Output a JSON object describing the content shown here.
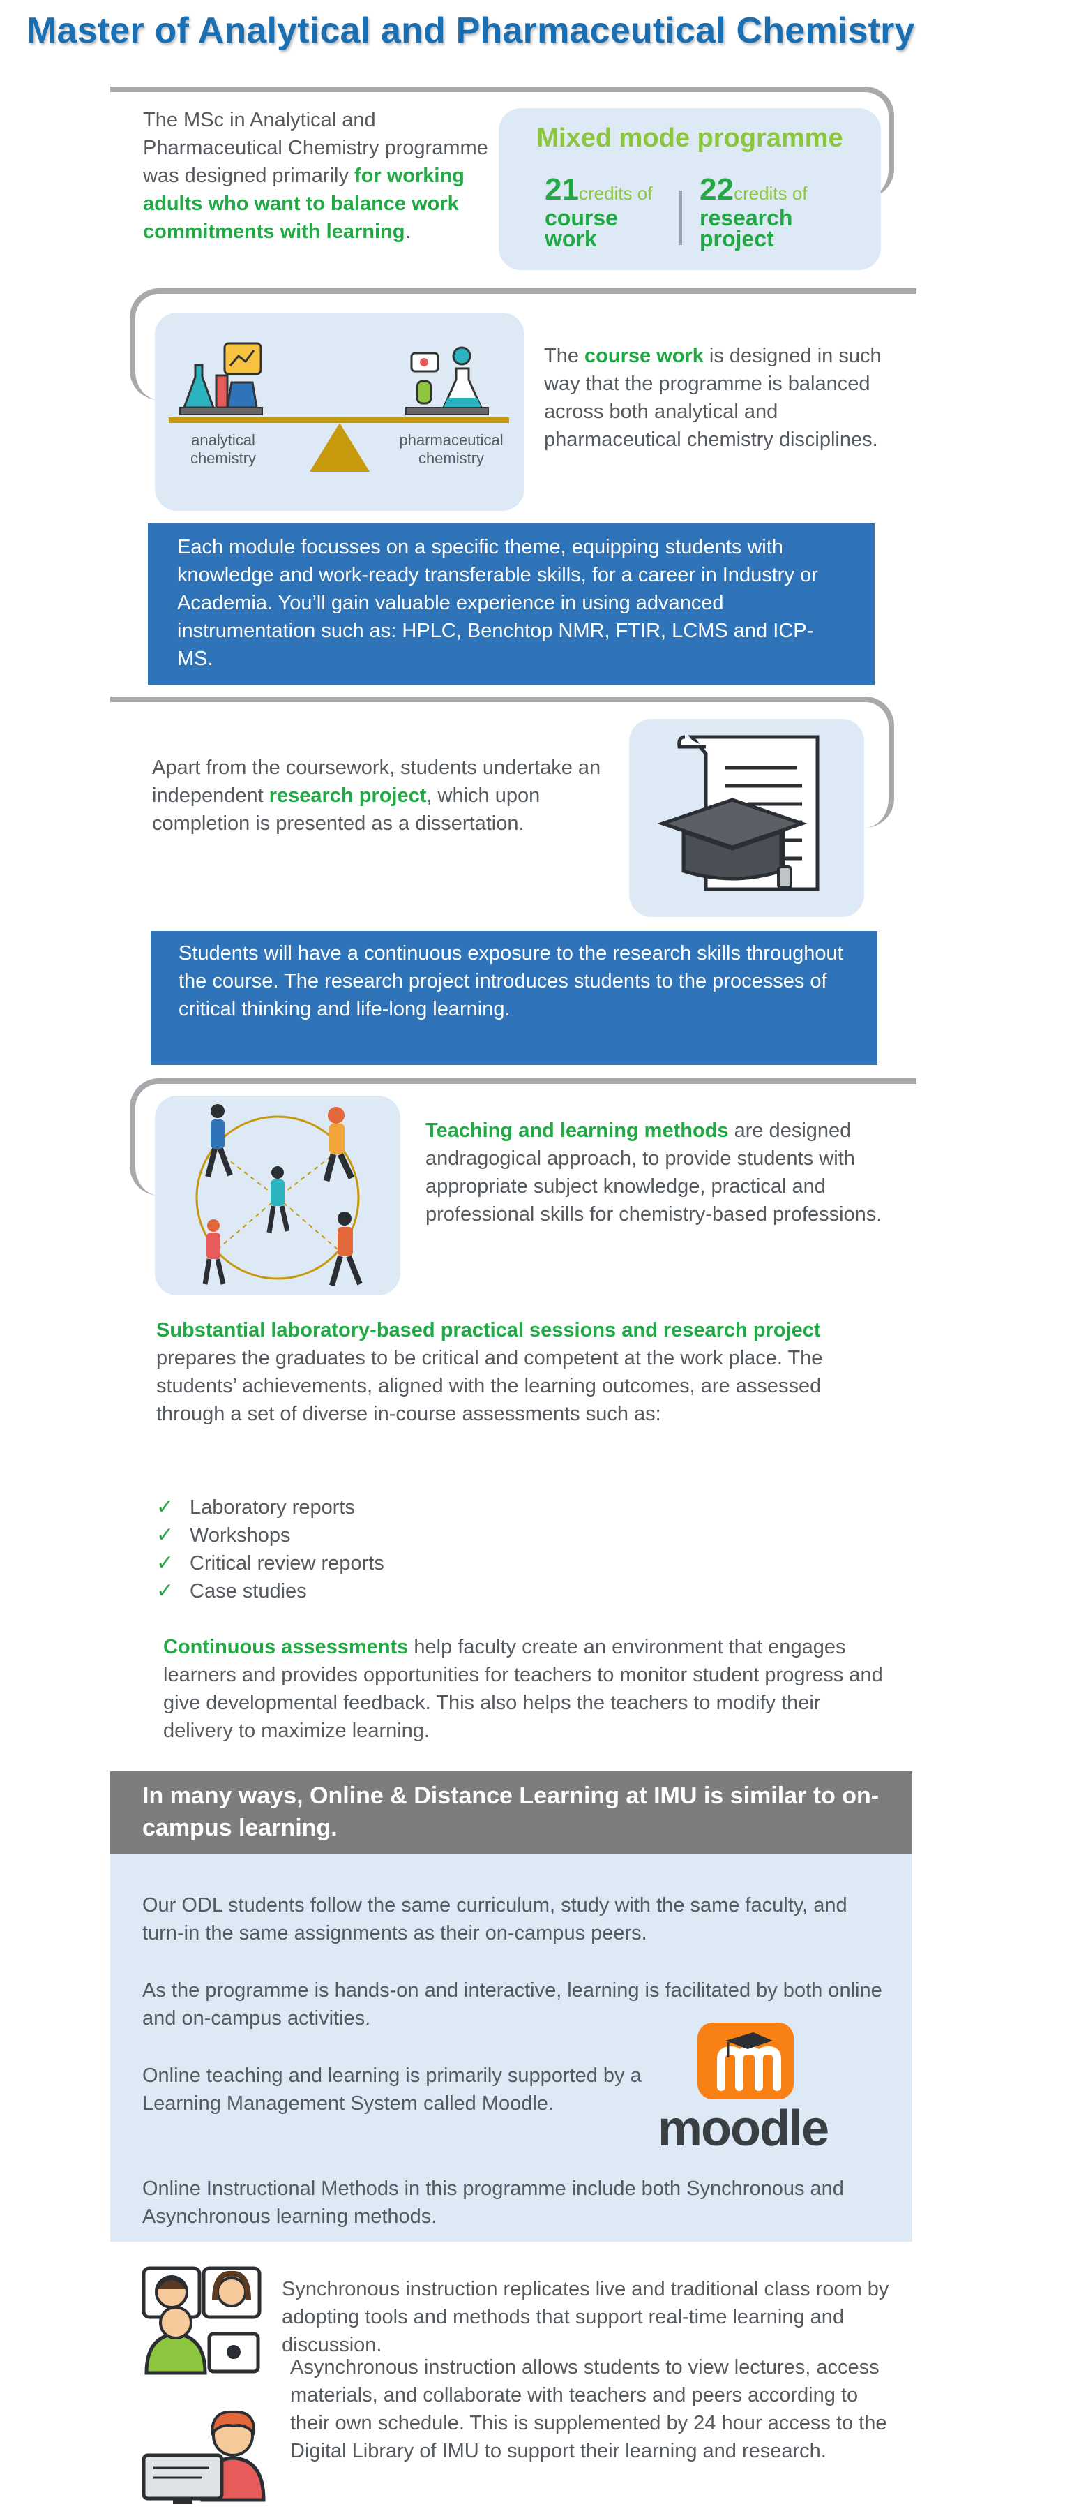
{
  "header": {
    "title": "Master of Analytical and Pharmaceutical Chemistry"
  },
  "intro": {
    "text_before": "The MSc in Analytical and Pharmaceutical Chemistry programme was designed primarily ",
    "text_highlight": "for working adults who want to balance work commitments with learning",
    "text_after": "."
  },
  "mixed_mode": {
    "title": "Mixed mode programme",
    "coursework_credits": "21",
    "coursework_credits_label": "credits of",
    "coursework_label": "course work",
    "research_credits": "22",
    "research_credits_label": "credits of",
    "research_label": "research project"
  },
  "balance": {
    "left_label": "analytical chemistry",
    "right_label": "pharmaceutical chemistry",
    "text_before": "The ",
    "text_highlight": "course work",
    "text_after": " is designed in such way that the programme is balanced across both analytical and pharmaceutical chemistry disciplines."
  },
  "module_box": {
    "text": "Each module focusses on a specific theme, equipping students with knowledge and work-ready transferable skills, for a career in Industry or Academia. You’ll gain valuable experience in using advanced instrumentation such as: HPLC, Benchtop NMR, FTIR, LCMS and ICP-MS."
  },
  "research": {
    "text_before": "Apart from the coursework, students undertake an independent ",
    "text_highlight": "research project",
    "text_after": ", which upon completion is presented as a dissertation."
  },
  "research_box": {
    "text": "Students will have a continuous exposure to the research skills throughout the course. The research project introduces students to the processes of critical thinking and life-long learning."
  },
  "teaching": {
    "text_highlight": "Teaching and learning methods",
    "text_after": " are designed andragogical approach, to provide students with appropriate subject knowledge, practical and professional skills for chemistry-based professions."
  },
  "lab": {
    "text_highlight": "Substantial laboratory-based practical sessions and research project",
    "text_after": " prepares the graduates to be critical and competent at the work place. The students’ achievements, aligned with the learning outcomes, are assessed through a set of diverse in-course assessments such as:",
    "check_glyph": "✓",
    "items": [
      "Laboratory reports",
      "Workshops",
      "Critical review reports",
      "Case studies"
    ]
  },
  "continuous": {
    "text_highlight": "Continuous assessments",
    "text_after": " help faculty create an environment that engages learners and provides opportunities for teachers to monitor student progress and give developmental feedback. This also helps the teachers to modify their delivery to maximize learning."
  },
  "odl": {
    "banner": "In many ways, Online & Distance Learning at IMU is similar to on-campus learning.",
    "p1": "Our ODL students follow the same curriculum, study with the same faculty, and turn-in the same assignments as their on-campus peers.",
    "p2": "As the programme is hands-on and interactive, learning is facilitated by both online and on-campus activities.",
    "p3": "Online teaching and learning is primarily supported by a Learning Management System called Moodle.",
    "p4": "Online Instructional Methods in this programme include both Synchronous and Asynchronous learning methods.",
    "moodle_logo_text": "moodle"
  },
  "sync": {
    "text": "Synchronous instruction replicates live and traditional class room by adopting tools and methods that support real-time learning and discussion."
  },
  "async": {
    "text": "Asynchronous instruction allows students to view lectures, access materials, and collaborate with teachers and peers according to their own schedule. This is supplemented by 24 hour access to the Digital Library of IMU to support their learning and research."
  },
  "colors": {
    "title_blue": "#1a6fb3",
    "accent_green": "#22a845",
    "lime": "#8cc63f",
    "box_blue": "#2f74b9",
    "light_blue": "#dde9f5",
    "frame_gray": "#a7a9ac",
    "banner_gray": "#7d7d7d",
    "moodle_orange": "#f98012"
  }
}
